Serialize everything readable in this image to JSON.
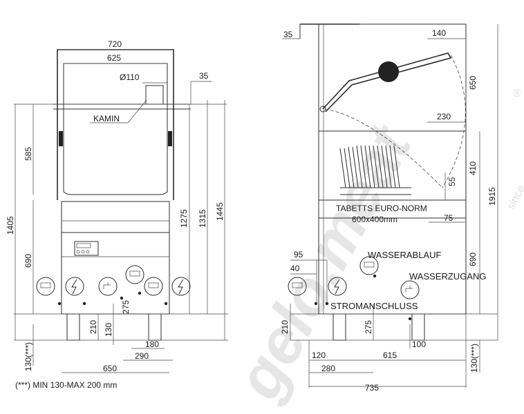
{
  "front_view": {
    "dims": {
      "w720": "720",
      "w625": "625",
      "d110": "Ø110",
      "d35": "35",
      "h585": "585",
      "h1405": "1405",
      "h690": "690",
      "h1275": "1275",
      "h1315": "1315",
      "h1445": "1445",
      "h210": "210",
      "h130a": "130",
      "h275": "275",
      "h130b": "130(***)",
      "w180": "180",
      "w290": "290",
      "w650": "650"
    },
    "labels": {
      "kamin": "KAMIN"
    }
  },
  "side_view": {
    "dims": {
      "d35": "35",
      "d140": "140",
      "h650": "650",
      "w230": "230",
      "h410": "410",
      "h55": "55",
      "h1915": "1915",
      "w75": "75",
      "h690": "690",
      "w95": "95",
      "w40": "40",
      "h210": "210",
      "h275": "275",
      "w100": "100",
      "h130": "130(***)",
      "w120": "120",
      "w615": "615",
      "w280": "280",
      "w735": "735"
    },
    "labels": {
      "tabetts": "TABETTS EURO-NORM",
      "tabetts_size": "600x400mm",
      "wasserablauf": "WASSERABLAUF",
      "wasserzugang": "WASSERZUGANG",
      "stromanschluss": "STROMANSCHLUSS"
    }
  },
  "footnote": "(***) MIN 130-MAX 200 mm",
  "watermark": {
    "brand": "gelo.meat",
    "registered": "®",
    "since": "since"
  }
}
